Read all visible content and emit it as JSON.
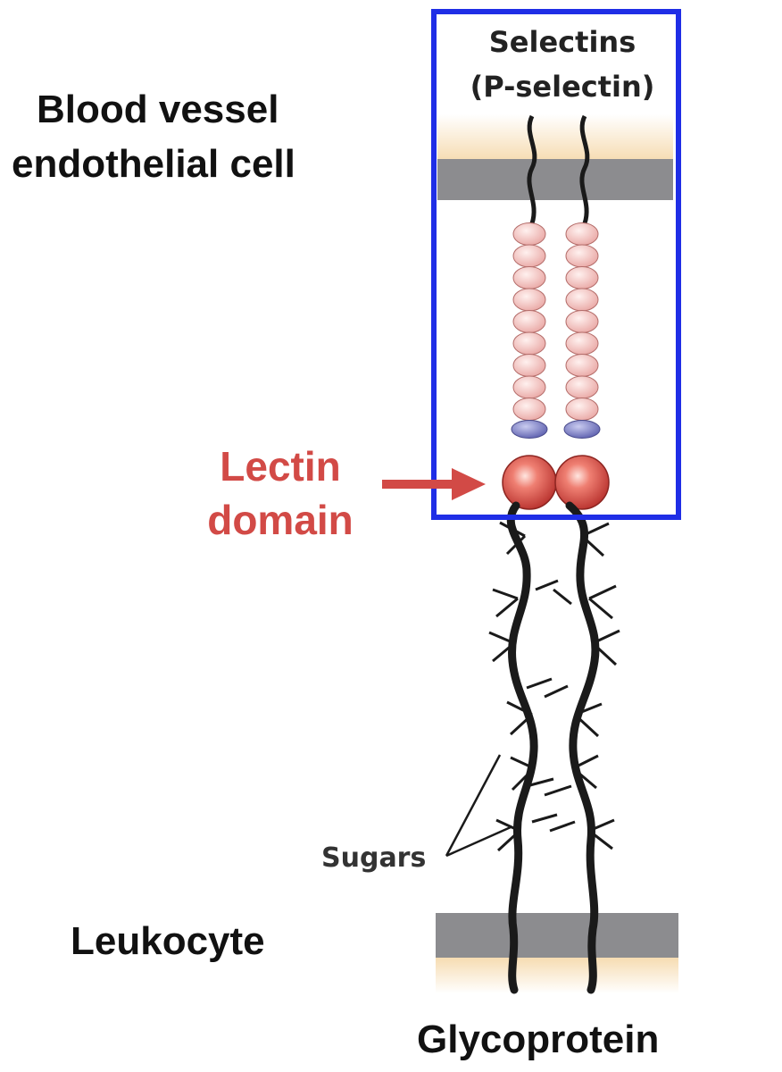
{
  "labels": {
    "endothelial_line1": "Blood vessel",
    "endothelial_line2": "endothelial cell",
    "selectins_line1": "Selectins",
    "selectins_line2": "(P-selectin)",
    "lectin_line1": "Lectin",
    "lectin_line2": "domain",
    "sugars": "Sugars",
    "leukocyte": "Leukocyte",
    "glycoprotein": "Glycoprotein"
  },
  "colors": {
    "highlight_box": "#1f2ee6",
    "lectin_label": "#d24a46",
    "lectin_sphere": "#d9534f",
    "egf_bead": "#f4c2c2",
    "linker_bead": "#7d80c9",
    "membrane": "#8c8c8f",
    "membrane_glow": "#f6dcb2",
    "strand": "#1a1a1a"
  },
  "structure": {
    "selectin_chains": 2,
    "egf_repeats_per_chain": 9
  }
}
